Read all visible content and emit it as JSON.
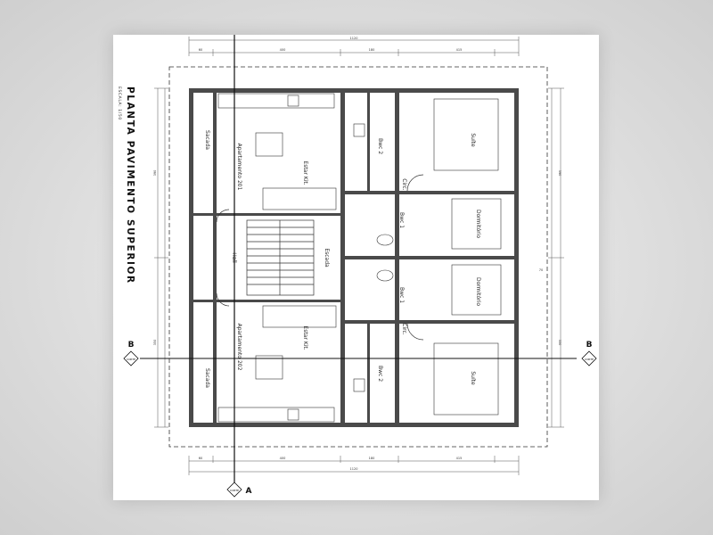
{
  "title": "PLANTA PAVIMENTO SUPERIOR",
  "scale": "ESCALA: 1/50",
  "rooms": {
    "apt1": "Apartamento 201",
    "apt2": "Apartamento 202",
    "sacada1": "Sacada",
    "sacada2": "Sacada",
    "estar1": "Estar Kit.",
    "estar2": "Estar Kit.",
    "escada": "Escada",
    "hall": "Hall",
    "suite1": "Suíte",
    "suite2": "Suíte",
    "dorm1": "Dormitório",
    "dorm2": "Dormitório",
    "circ1": "Circ.",
    "circ2": "Circ.",
    "banho1": "Bwc 1",
    "banho2": "Bwc 1",
    "banho3": "Bwc 2",
    "banho4": "Bwc 2"
  },
  "dimensions": {
    "total_width": "1120",
    "seg_a": "60",
    "seg_b": "400",
    "seg_c": "180",
    "seg_d": "415",
    "side_a": "390",
    "side_b": "350",
    "mid": "70"
  },
  "section_marks": {
    "a": "A",
    "b": "B",
    "cut_label": "CORTE"
  }
}
